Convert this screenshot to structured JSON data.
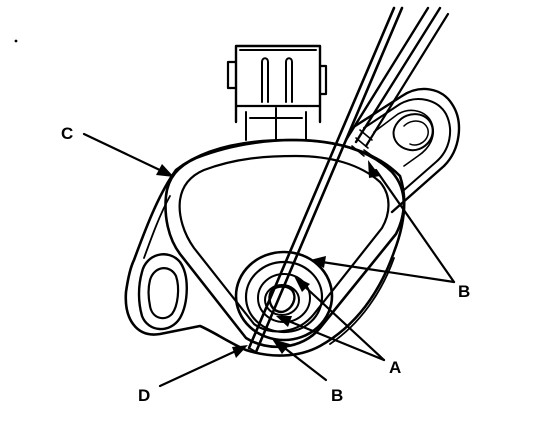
{
  "labels": {
    "a": "A",
    "b_upper": "B",
    "b_lower": "B",
    "c": "C",
    "d": "D"
  }
}
